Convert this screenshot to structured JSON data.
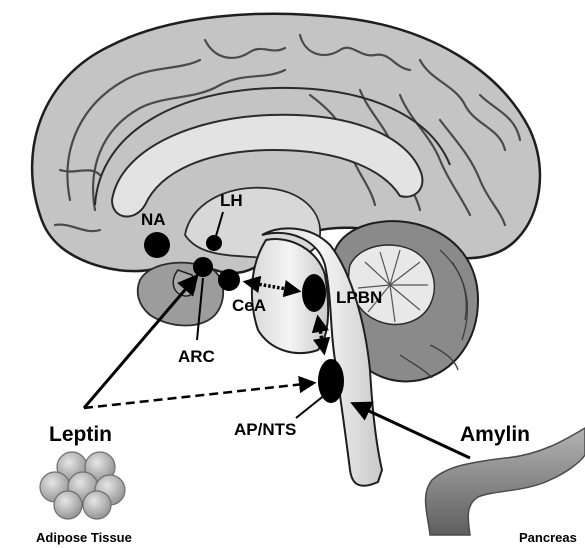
{
  "labels": {
    "na": "NA",
    "lh": "LH",
    "cea": "CeA",
    "lpbn": "LPBN",
    "arc": "ARC",
    "ap_nts": "AP/NTS",
    "leptin": "Leptin",
    "amylin": "Amylin",
    "adipose": "Adipose Tissue",
    "pancreas": "Pancreas"
  },
  "colors": {
    "nucleus": "#000000",
    "cortex": "#b5b5b5",
    "sulcus": "#4a4a4a",
    "cerebellum": "#8a8a8a",
    "brainstem": "#e9e9e9",
    "fat_cell": "#b0b0b0",
    "pancreas": "#8c8c8c"
  }
}
